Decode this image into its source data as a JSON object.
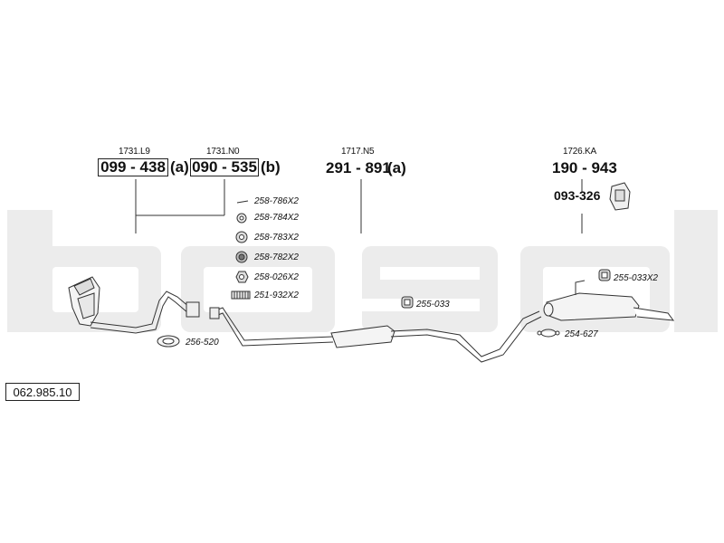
{
  "watermark": "bosal",
  "reference": "062.985.10",
  "parts": {
    "cat1": {
      "code": "1731.L9",
      "number": "099 - 438",
      "suffix": "(a)"
    },
    "cat2": {
      "code": "1731.N0",
      "number": "090 - 535",
      "suffix": "(b)"
    },
    "middle": {
      "code": "1717.N5",
      "number": "291 - 891",
      "suffix": "(a)"
    },
    "rear": {
      "code": "1726.KA",
      "number": "190 - 943"
    },
    "rear_bracket": "093-326"
  },
  "accessories": [
    {
      "part": "258-786X2",
      "icon": "clamp-icon"
    },
    {
      "part": "258-784X2",
      "icon": "ring-icon"
    },
    {
      "part": "258-783X2",
      "icon": "ring-icon"
    },
    {
      "part": "258-782X2",
      "icon": "ring-icon"
    },
    {
      "part": "258-026X2",
      "icon": "nut-icon"
    },
    {
      "part": "251-932X2",
      "icon": "spring-icon"
    }
  ],
  "labels": {
    "gasket": "256-520",
    "mount_mid": "255-033",
    "mount_rear": "255-033X2",
    "clamp_rear": "254-627"
  }
}
